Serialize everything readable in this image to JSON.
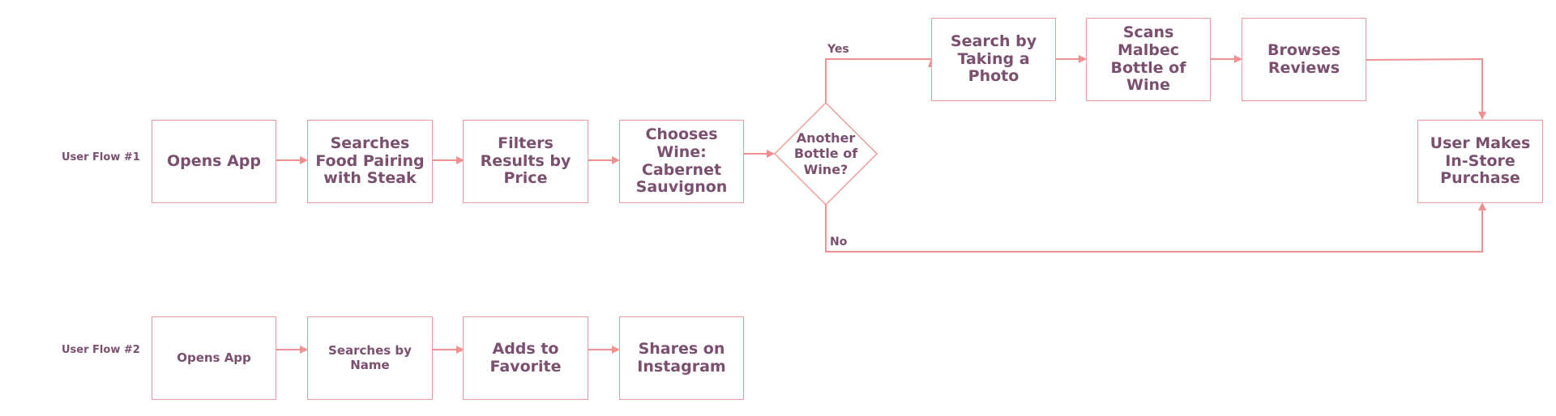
{
  "colors": {
    "border": "#ef9a9a",
    "arrow": "#ef8f8f",
    "text": "#7a4f6f"
  },
  "flow1": {
    "label": "User Flow #1",
    "opens_app": "Opens App",
    "searches_pairing": "Searches\nFood Pairing\nwith Steak",
    "filters_price": "Filters\nResults by\nPrice",
    "chooses_wine": "Chooses\nWine:\nCabernet\nSauvignon",
    "decision": "Another\nBottle of\nWine?",
    "yes_label": "Yes",
    "no_label": "No",
    "search_photo": "Search by\nTaking  a\nPhoto",
    "scans_malbec": "Scans Malbec\nBottle of\nWine",
    "browses_reviews": "Browses\nReviews",
    "purchase": "User Makes\nIn-Store\nPurchase"
  },
  "flow2": {
    "label": "User Flow #2",
    "opens_app": "Opens App",
    "searches_name": "Searches by\nName",
    "adds_favorite": "Adds to\nFavorite",
    "shares_instagram": "Shares on\nInstagram"
  }
}
